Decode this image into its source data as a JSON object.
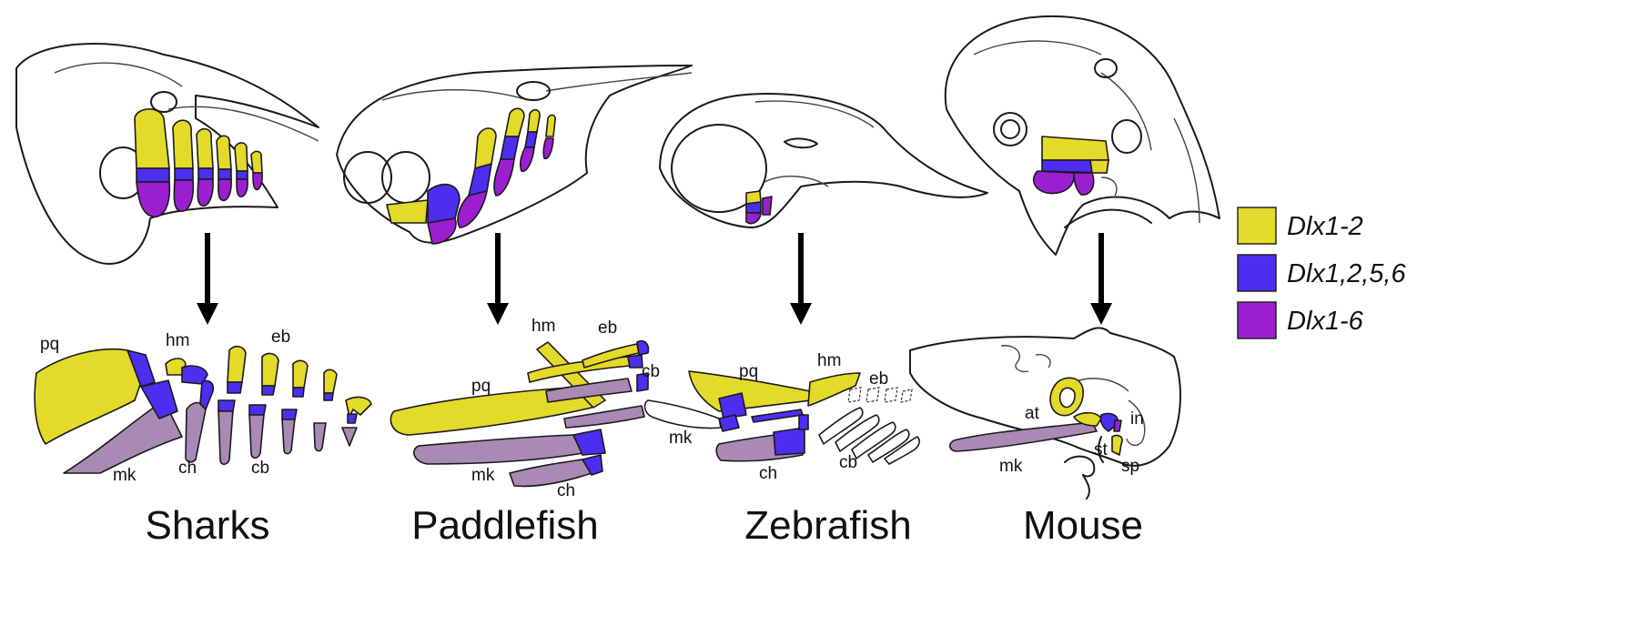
{
  "panels": [
    {
      "name": "Sharks",
      "labels": {
        "pq": "pq",
        "hm": "hm",
        "eb": "eb",
        "mk": "mk",
        "ch": "ch",
        "cb": "cb"
      }
    },
    {
      "name": "Paddlefish",
      "labels": {
        "hm": "hm",
        "eb": "eb",
        "cb": "cb",
        "pq": "pq",
        "mk": "mk",
        "ch": "ch"
      }
    },
    {
      "name": "Zebrafish",
      "labels": {
        "pq": "pq",
        "hm": "hm",
        "eb": "eb",
        "mk": "mk",
        "ch": "ch",
        "cb": "cb"
      }
    },
    {
      "name": "Mouse",
      "labels": {
        "at": "at",
        "in": "in",
        "mk": "mk",
        "st": "st",
        "sp": "sp"
      }
    }
  ],
  "legend": [
    {
      "label": "Dlx1-2",
      "color": "#E3DA2A"
    },
    {
      "label": "Dlx1,2,5,6",
      "color": "#4B2EF0"
    },
    {
      "label": "Dlx1-6",
      "color": "#9B1FD1"
    }
  ],
  "colors": {
    "dlx1_2": "#E3DA2A",
    "dlx1_2_5_6": "#4B2EF0",
    "dlx1_6": "#9B1FD1",
    "cartilage_expression": "#A98AB4"
  }
}
